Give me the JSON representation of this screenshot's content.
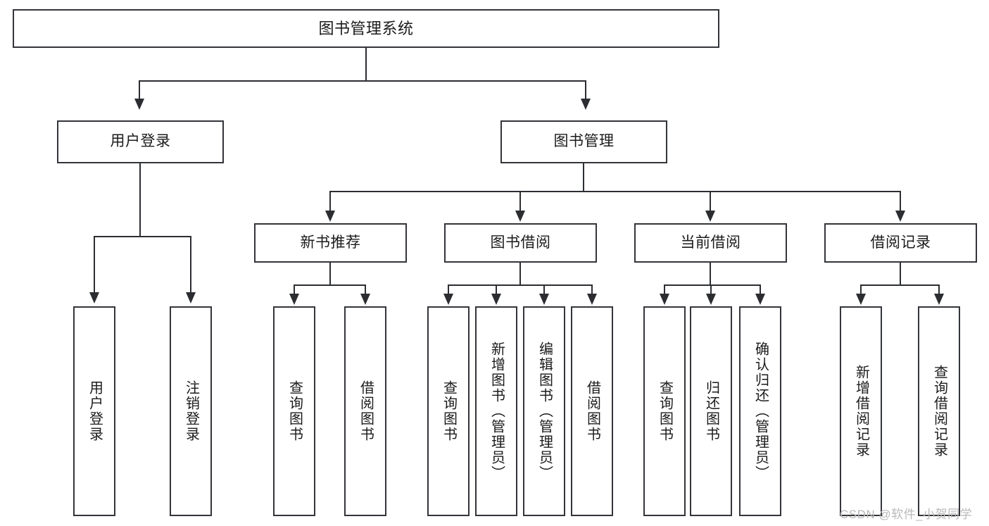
{
  "diagram": {
    "title": "图书管理系统",
    "watermark": "CSDN @软件_小贺同学",
    "levels": {
      "root": {
        "label": "图书管理系统"
      },
      "level2": [
        {
          "label": "用户登录"
        },
        {
          "label": "图书管理"
        }
      ],
      "level3": [
        {
          "label": "新书推荐"
        },
        {
          "label": "图书借阅"
        },
        {
          "label": "当前借阅"
        },
        {
          "label": "借阅记录"
        }
      ],
      "leaves": {
        "user_login": [
          {
            "label": "用户登录"
          },
          {
            "label": "注销登录"
          }
        ],
        "new_book_recommend": [
          {
            "label": "查询图书"
          },
          {
            "label": "借阅图书"
          }
        ],
        "book_borrow": [
          {
            "label": "查询图书"
          },
          {
            "label": "新增图书（管理员）"
          },
          {
            "label": "编辑图书（管理员）"
          },
          {
            "label": "借阅图书"
          }
        ],
        "current_borrow": [
          {
            "label": "查询图书"
          },
          {
            "label": "归还图书"
          },
          {
            "label": "确认归还（管理员）"
          }
        ],
        "borrow_record": [
          {
            "label": "新增借阅记录"
          },
          {
            "label": "查询借阅记录"
          }
        ]
      }
    },
    "colors": {
      "stroke": "#33353a",
      "background": "#ffffff",
      "text": "#1b1b1b",
      "watermark": "#b9b9b9"
    }
  }
}
